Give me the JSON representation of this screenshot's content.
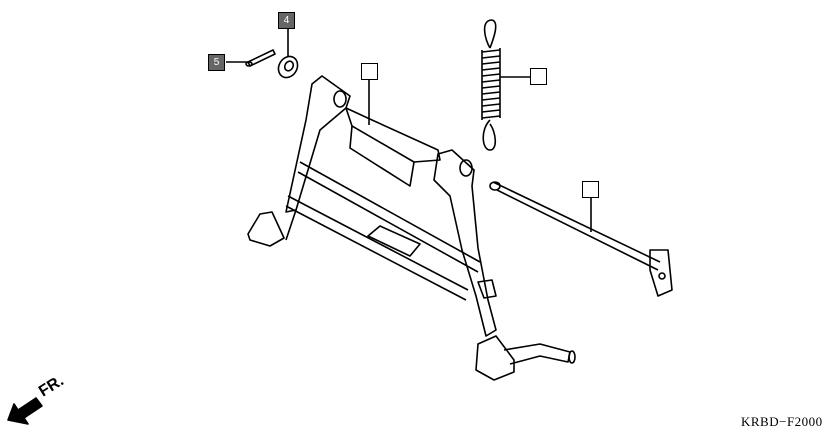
{
  "callouts": [
    {
      "label": "4",
      "part": "washer",
      "filled": true
    },
    {
      "label": "5",
      "part": "cotter-pin",
      "filled": true
    },
    {
      "label": "",
      "part": "main-stand",
      "filled": false
    },
    {
      "label": "",
      "part": "stand-spring",
      "filled": false
    },
    {
      "label": "",
      "part": "stand-pivot-shaft",
      "filled": false
    }
  ],
  "direction_marker": "FR.",
  "diagram_code": "KRBD−F2000",
  "colors": {
    "callout_fill": "#666666",
    "line": "#000000"
  }
}
